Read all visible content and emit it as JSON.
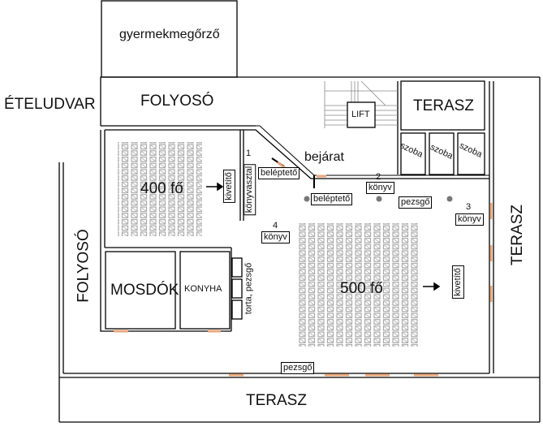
{
  "title": "Floor plan",
  "rooms": {
    "childcare": "gyermekmegőrző",
    "food_court": "ÉTELUDVAR",
    "corridor_top": "FOLYOSÓ",
    "corridor_left": "FOLYOSÓ",
    "terrace_top": "TERASZ",
    "terrace_right": "TERASZ",
    "terrace_bottom": "TERASZ",
    "lift": "LIFT",
    "rooms_small": [
      "szoba",
      "szoba",
      "szoba"
    ],
    "restrooms": "MOSDÓK",
    "kitchen": "KONYHA",
    "entrance": "bejárat"
  },
  "halls": {
    "small": {
      "capacity": "400 fő",
      "projector": "kivetítő",
      "book_table": "könyvasztal",
      "number": "1"
    },
    "large": {
      "capacity": "500 fő",
      "projector": "kivetítő"
    }
  },
  "stations": {
    "gate_1": "beléptető",
    "gate_2": "beléptető",
    "book_2": {
      "number": "2",
      "label": "könyv"
    },
    "book_3": {
      "number": "3",
      "label": "könyv"
    },
    "book_4": {
      "number": "4",
      "label": "könyv"
    },
    "champagne_1": "pezsgő",
    "champagne_2": "pezsgő",
    "cake": "torta, pezsgő"
  },
  "colors": {
    "door": "#e8a87c",
    "chair": "#aaaaaa",
    "wall": "#000000"
  }
}
